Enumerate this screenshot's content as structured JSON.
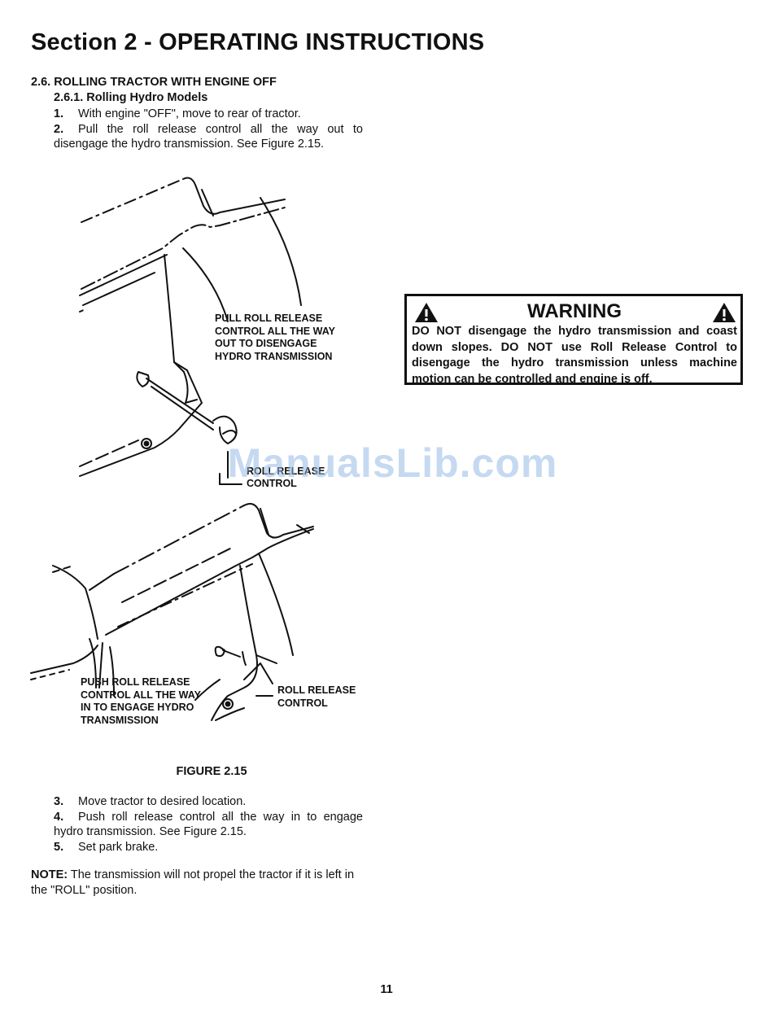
{
  "header": {
    "section_title": "Section 2 - OPERATING INSTRUCTIONS"
  },
  "section_26": {
    "title": "2.6. ROLLING TRACTOR WITH ENGINE OFF"
  },
  "section_261": {
    "title": "2.6.1.  Rolling Hydro Models",
    "steps_before": [
      {
        "num": "1.",
        "text": "With engine \"OFF\", move to rear of tractor."
      },
      {
        "num": "2.",
        "text": "Pull the roll release control all the way out to disengage the hydro transmission. See Figure 2.15."
      }
    ],
    "steps_after": [
      {
        "num": "3.",
        "text": "Move tractor to desired location."
      },
      {
        "num": "4.",
        "text": "Push roll release control all the way in to engage hydro transmission. See Figure 2.15."
      },
      {
        "num": "5.",
        "text": "Set park brake."
      }
    ]
  },
  "figure": {
    "caption": "FIGURE 2.15",
    "top_callout": [
      "PULL ROLL RELEASE",
      "CONTROL ALL THE WAY",
      "OUT TO DISENGAGE",
      "HYDRO TRANSMISSION"
    ],
    "top_control_label": [
      "ROLL RELEASE",
      "CONTROL"
    ],
    "bottom_callout": [
      "PUSH ROLL RELEASE",
      "CONTROL ALL THE WAY",
      "IN TO ENGAGE HYDRO",
      "TRANSMISSION"
    ],
    "bottom_control_label": [
      "ROLL RELEASE",
      "CONTROL"
    ]
  },
  "note": {
    "label": "NOTE:",
    "text": "The transmission will not propel the tractor if it is left in the \"ROLL\" position."
  },
  "warning": {
    "title": "WARNING",
    "text": "DO NOT disengage the hydro transmission and coast down slopes. DO NOT use Roll Release Control to disengage the hydro transmission unless machine motion can be controlled and engine is off.",
    "icon": "warning-triangle-icon"
  },
  "watermark": "ManualsLib.com",
  "page_number": "11"
}
